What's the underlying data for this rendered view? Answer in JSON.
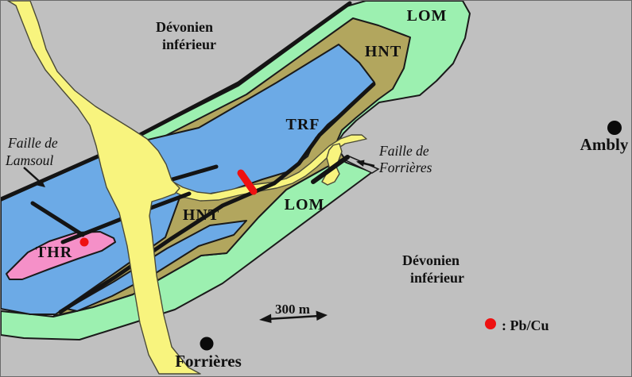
{
  "colors": {
    "background": "#c0c0c0",
    "lom_green": "#9cf0b0",
    "hnt_olive": "#b2a65e",
    "trf_blue": "#6caae6",
    "thr_pink": "#f590c8",
    "alluvium_yellow": "#f8f47e",
    "marker_red": "#ee1111",
    "line_black": "#141414",
    "town_dot_black": "#0a0a0a"
  },
  "regions": {
    "devonien_top": {
      "line1": "Dévonien",
      "line2": "inférieur"
    },
    "devonien_bottom": {
      "line1": "Dévonien",
      "line2": "inférieur"
    },
    "lom_north": "LOM",
    "hnt_north": "HNT",
    "trf": "TRF",
    "hnt_middle": "HNT",
    "lom_south": "LOM",
    "thr": "THR"
  },
  "faults": {
    "lamsoul": {
      "line1": "Faille de",
      "line2": "Lamsoul"
    },
    "forrieres": {
      "line1": "Faille de",
      "line2": "Forrières"
    }
  },
  "towns": {
    "ambly": "Ambly",
    "forrieres": "Forrières"
  },
  "scale_bar": {
    "label": "300 m"
  },
  "legend": {
    "label": ": Pb/Cu"
  }
}
